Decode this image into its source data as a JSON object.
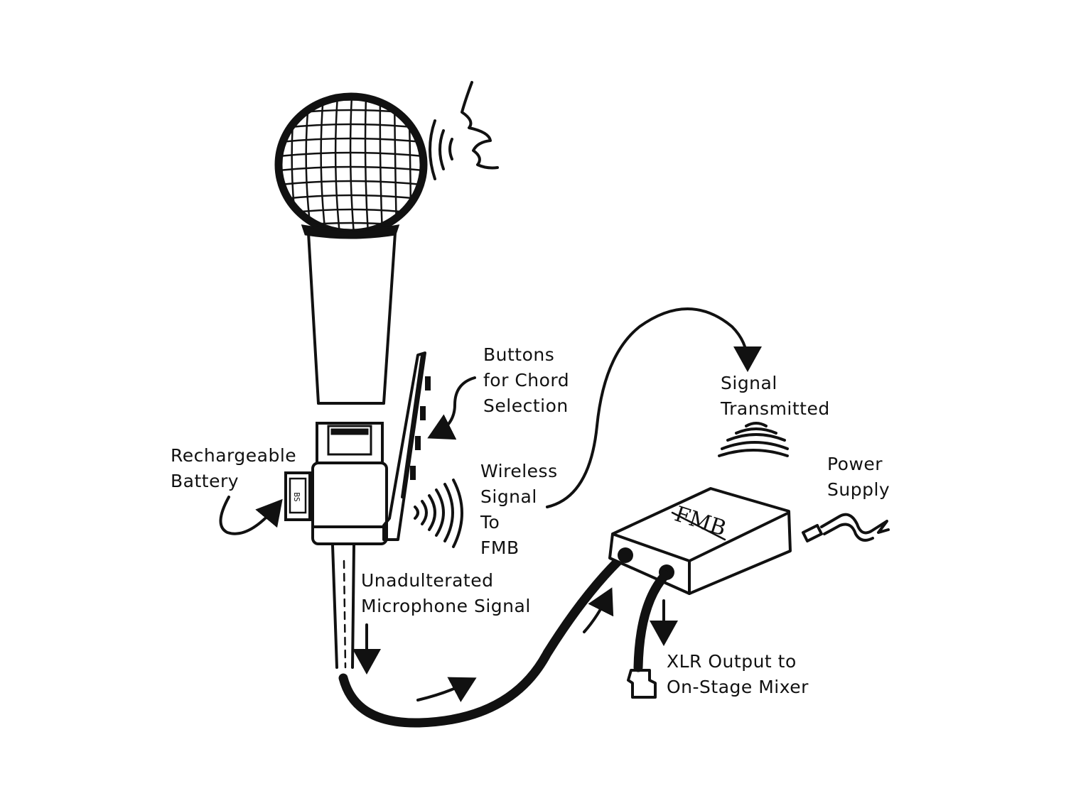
{
  "labels": {
    "buttons": [
      "Buttons",
      "for Chord",
      "Selection"
    ],
    "battery": [
      "Rechargeable",
      "Battery"
    ],
    "wireless": [
      "Wireless",
      "Signal",
      "To",
      "FMB"
    ],
    "transmitted": [
      "Signal",
      "Transmitted"
    ],
    "power": [
      "Power",
      "Supply"
    ],
    "unadulterated": [
      "Unadulterated",
      "Microphone Signal"
    ],
    "xlr": [
      "XLR Output to",
      "On-Stage Mixer"
    ]
  },
  "box_logo": "FMB",
  "battery_logo": "BS",
  "colors": {
    "ink": "#111111",
    "background": "#ffffff"
  }
}
